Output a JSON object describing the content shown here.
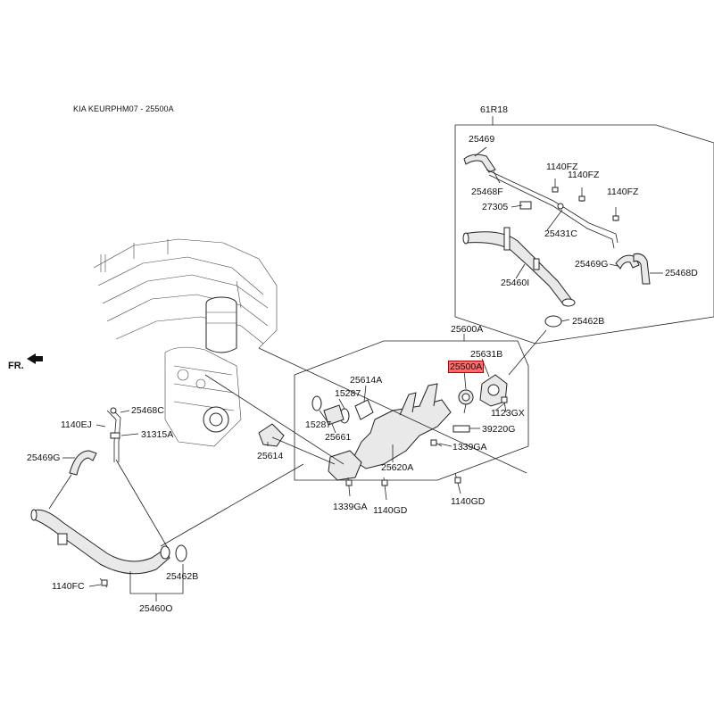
{
  "header": {
    "title": "KIA KEURPHM07 - 25500A"
  },
  "direction_label": "FR.",
  "parts": [
    {
      "id": "p61R18",
      "label": "61R18"
    },
    {
      "id": "p25469a",
      "label": "25469"
    },
    {
      "id": "p1140FZa",
      "label": "1140FZ"
    },
    {
      "id": "p1140FZb",
      "label": "1140FZ"
    },
    {
      "id": "p25468F",
      "label": "25468F"
    },
    {
      "id": "p1140FZc",
      "label": "1140FZ"
    },
    {
      "id": "p27305",
      "label": "27305"
    },
    {
      "id": "p25431C",
      "label": "25431C"
    },
    {
      "id": "p25469Ga",
      "label": "25469G"
    },
    {
      "id": "p25468D",
      "label": "25468D"
    },
    {
      "id": "p25460I",
      "label": "25460I"
    },
    {
      "id": "p25462Ba",
      "label": "25462B"
    },
    {
      "id": "p25600A",
      "label": "25600A"
    },
    {
      "id": "p25631B",
      "label": "25631B"
    },
    {
      "id": "p25500A",
      "label": "25500A",
      "highlight": true
    },
    {
      "id": "p25614A",
      "label": "25614A"
    },
    {
      "id": "p15287a",
      "label": "15287"
    },
    {
      "id": "p1123GX",
      "label": "1123GX"
    },
    {
      "id": "p15287b",
      "label": "15287"
    },
    {
      "id": "p39220G",
      "label": "39220G"
    },
    {
      "id": "p25661",
      "label": "25661"
    },
    {
      "id": "p1339GAa",
      "label": "1339GA"
    },
    {
      "id": "p25620A",
      "label": "25620A"
    },
    {
      "id": "p25614",
      "label": "25614"
    },
    {
      "id": "p1339GAb",
      "label": "1339GA"
    },
    {
      "id": "p1140GDa",
      "label": "1140GD"
    },
    {
      "id": "p1140GDb",
      "label": "1140GD"
    },
    {
      "id": "p25468C",
      "label": "25468C"
    },
    {
      "id": "p1140EJ",
      "label": "1140EJ"
    },
    {
      "id": "p31315A",
      "label": "31315A"
    },
    {
      "id": "p25469Gb",
      "label": "25469G"
    },
    {
      "id": "p1140FC",
      "label": "1140FC"
    },
    {
      "id": "p25462Bb",
      "label": "25462B"
    },
    {
      "id": "p25460O",
      "label": "25460O"
    }
  ],
  "colors": {
    "highlight": "#ff6a6a",
    "line": "#222222"
  },
  "icons": {
    "direction": "arrow-left-icon"
  }
}
